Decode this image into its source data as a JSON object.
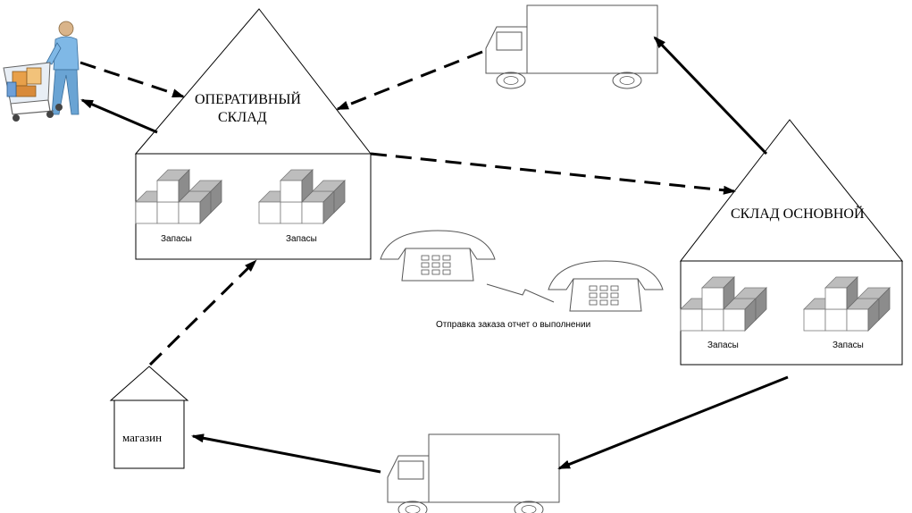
{
  "diagram": {
    "warehouse_operational": {
      "label_line1": "ОПЕРАТИВНЫЙ",
      "label_line2": "СКЛАД"
    },
    "warehouse_main": {
      "label": "СКЛАД ОСНОВНОЙ"
    },
    "stock_label": "Запасы",
    "shop": {
      "label": "магазин"
    },
    "phone_caption": "Отправка заказа отчет о выполнении",
    "colors": {
      "line": "#000000",
      "box_side": "#8c8c8c",
      "box_top": "#bdbdbd",
      "customer_shirt": "#7fb8e6",
      "cart_items": "#e8a04a"
    }
  }
}
